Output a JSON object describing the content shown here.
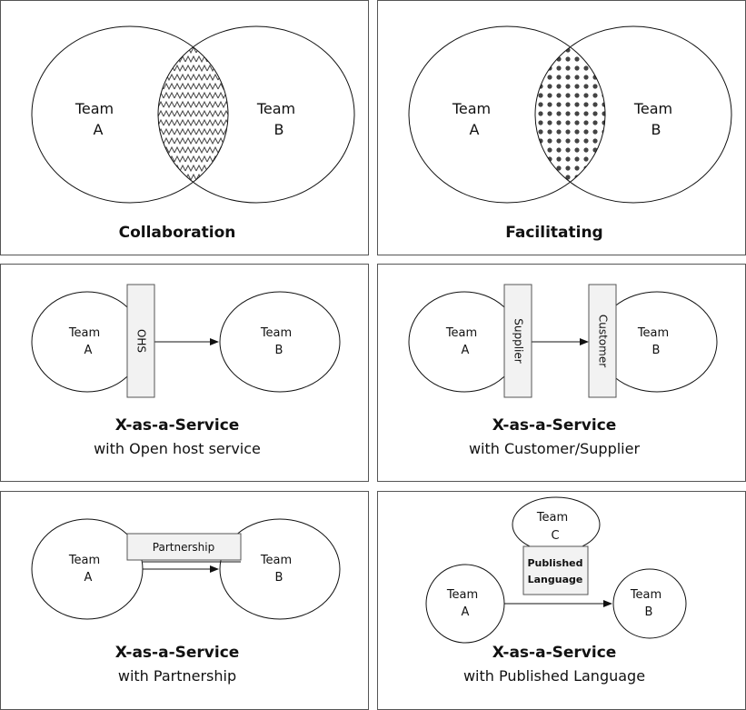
{
  "panels": {
    "collaboration": {
      "team_a": [
        "Team",
        "A"
      ],
      "team_b": [
        "Team",
        "B"
      ],
      "title": "Collaboration"
    },
    "facilitating": {
      "team_a": [
        "Team",
        "A"
      ],
      "team_b": [
        "Team",
        "B"
      ],
      "title": "Facilitating"
    },
    "ohs": {
      "team_a": [
        "Team",
        "A"
      ],
      "team_b": [
        "Team",
        "B"
      ],
      "interface_label": "OHS",
      "title": "X-as-a-Service",
      "subtitle": "with Open host service"
    },
    "customer_supplier": {
      "team_a": [
        "Team",
        "A"
      ],
      "team_b": [
        "Team",
        "B"
      ],
      "supplier_label": "Supplier",
      "customer_label": "Customer",
      "title": "X-as-a-Service",
      "subtitle": "with Customer/Supplier"
    },
    "partnership": {
      "team_a": [
        "Team",
        "A"
      ],
      "team_b": [
        "Team",
        "B"
      ],
      "interface_label": "Partnership",
      "title": "X-as-a-Service",
      "subtitle": "with Partnership"
    },
    "published_language": {
      "team_a": [
        "Team",
        "A"
      ],
      "team_b": [
        "Team",
        "B"
      ],
      "team_c": [
        "Team",
        "C"
      ],
      "interface_label": [
        "Published",
        "Language"
      ],
      "title": "X-as-a-Service",
      "subtitle": "with Published Language"
    }
  },
  "colors": {
    "stroke": "#111111",
    "box_fill": "#f2f2f2",
    "pattern": "#444444"
  }
}
